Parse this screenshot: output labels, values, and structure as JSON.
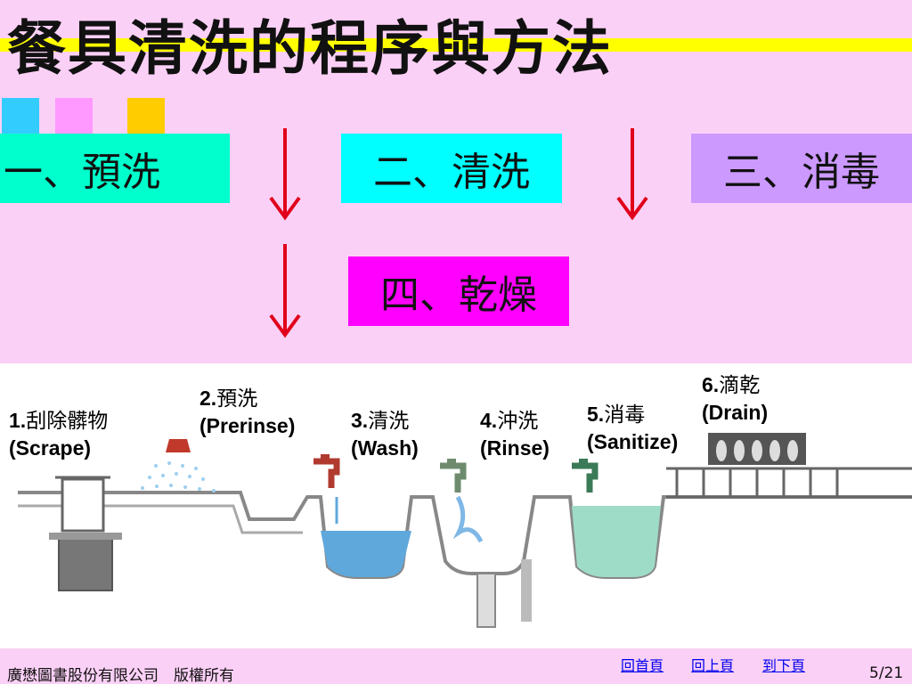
{
  "slide": {
    "title": "餐具清洗的程序與方法"
  },
  "steps": [
    {
      "label": "一、預洗"
    },
    {
      "label": "二、清洗"
    },
    {
      "label": "三、消毒"
    },
    {
      "label": "四、乾燥"
    }
  ],
  "stages": [
    {
      "num": "1.",
      "zh": "刮除髒物",
      "en": "(Scrape)"
    },
    {
      "num": "2.",
      "zh": "預洗",
      "en": "(Prerinse)"
    },
    {
      "num": "3.",
      "zh": "清洗",
      "en": "(Wash)"
    },
    {
      "num": "4.",
      "zh": "沖洗",
      "en": "(Rinse)"
    },
    {
      "num": "5.",
      "zh": "消毒",
      "en": "(Sanitize)"
    },
    {
      "num": "6.",
      "zh": "滴乾",
      "en": "(Drain)"
    }
  ],
  "footer": {
    "copyright": "廣懋圖書股份有限公司　版權所有",
    "nav": [
      "回首頁",
      "回上頁",
      "到下頁"
    ],
    "page": "5/21"
  },
  "colors": {
    "background": "#fbd0f6",
    "title_rule": "#ffff00",
    "step1": "#00ffcc",
    "step2": "#00ffff",
    "step3": "#cc99ff",
    "step4": "#ff00ff",
    "arrow": "#e0001b"
  }
}
